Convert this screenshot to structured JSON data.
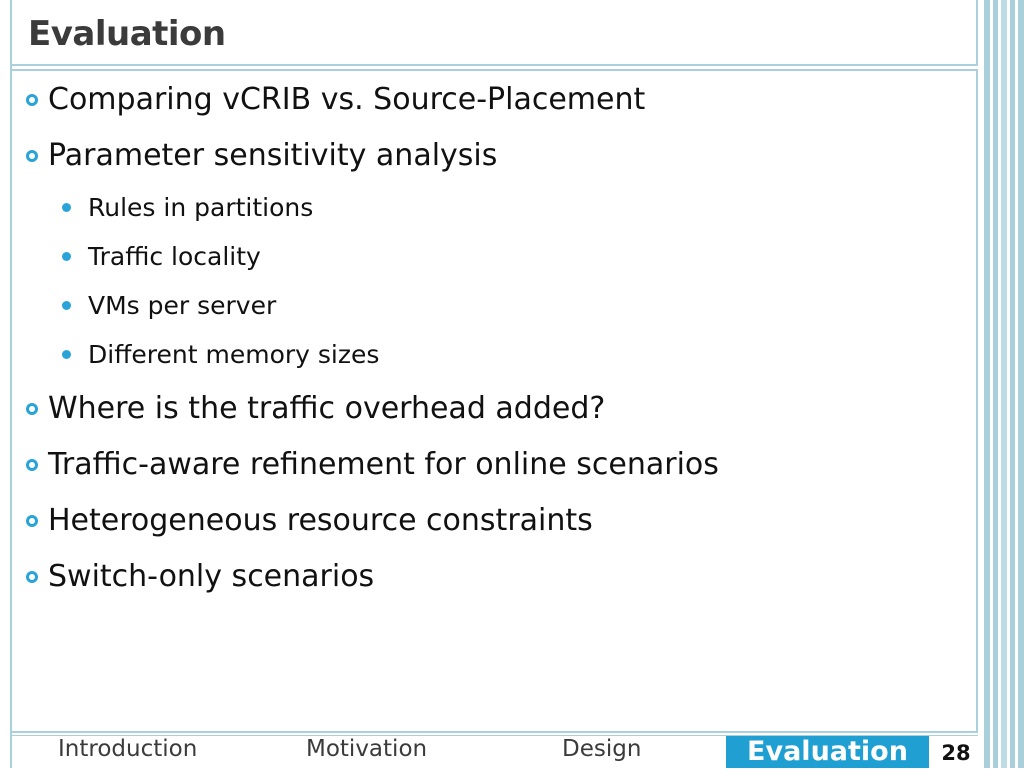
{
  "title": "Evaluation",
  "bullets": [
    {
      "level": 1,
      "text": "Comparing vCRIB vs. Source-Placement"
    },
    {
      "level": 1,
      "text": "Parameter sensitivity analysis"
    },
    {
      "level": 2,
      "text": "Rules in partitions"
    },
    {
      "level": 2,
      "text": "Traffic locality"
    },
    {
      "level": 2,
      "text": "VMs per server"
    },
    {
      "level": 2,
      "text": "Different memory sizes"
    },
    {
      "level": 1,
      "text": "Where is the traffic overhead added?"
    },
    {
      "level": 1,
      "text": "Traffic-aware refinement for online scenarios"
    },
    {
      "level": 1,
      "text": "Heterogeneous resource constraints"
    },
    {
      "level": 1,
      "text": "Switch-only scenarios"
    }
  ],
  "nav": {
    "introduction": "Introduction",
    "motivation": "Motivation",
    "design": "Design",
    "evaluation": "Evaluation"
  },
  "page_number": "28",
  "colors": {
    "accent": "#1f9fd2",
    "frame": "#a9d0dc",
    "bullet": "#2aa4d8"
  }
}
